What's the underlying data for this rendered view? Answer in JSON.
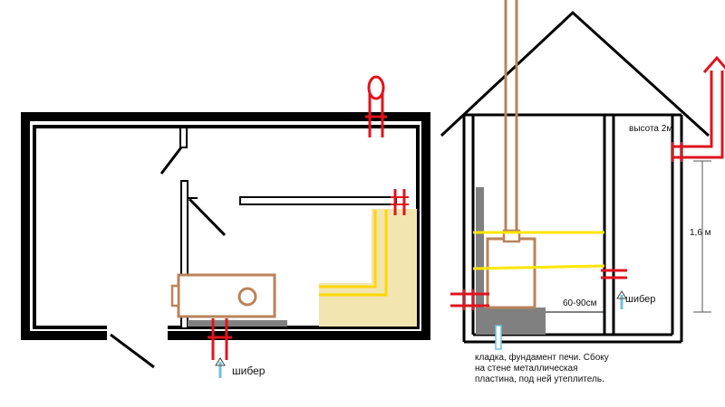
{
  "labels": {
    "shiber_bottom": "шибер",
    "shiber_side": "шибер",
    "height_room": "высота 2м",
    "height_pipe": "1,6 м",
    "distance": "60-90см",
    "note_line1": "кладка, фундамент печи. Сбоку",
    "note_line2": "на стене металлическая",
    "note_line3": "пластина, под ней утеплитель."
  },
  "colors": {
    "wall": "#000000",
    "pipe_brown": "#b9835a",
    "pipe_red": "#e0141e",
    "yellow": "#ffe600",
    "insulation": "#f3e5b0",
    "foundation": "#808080",
    "arrow_blue": "#6fc3d8"
  }
}
